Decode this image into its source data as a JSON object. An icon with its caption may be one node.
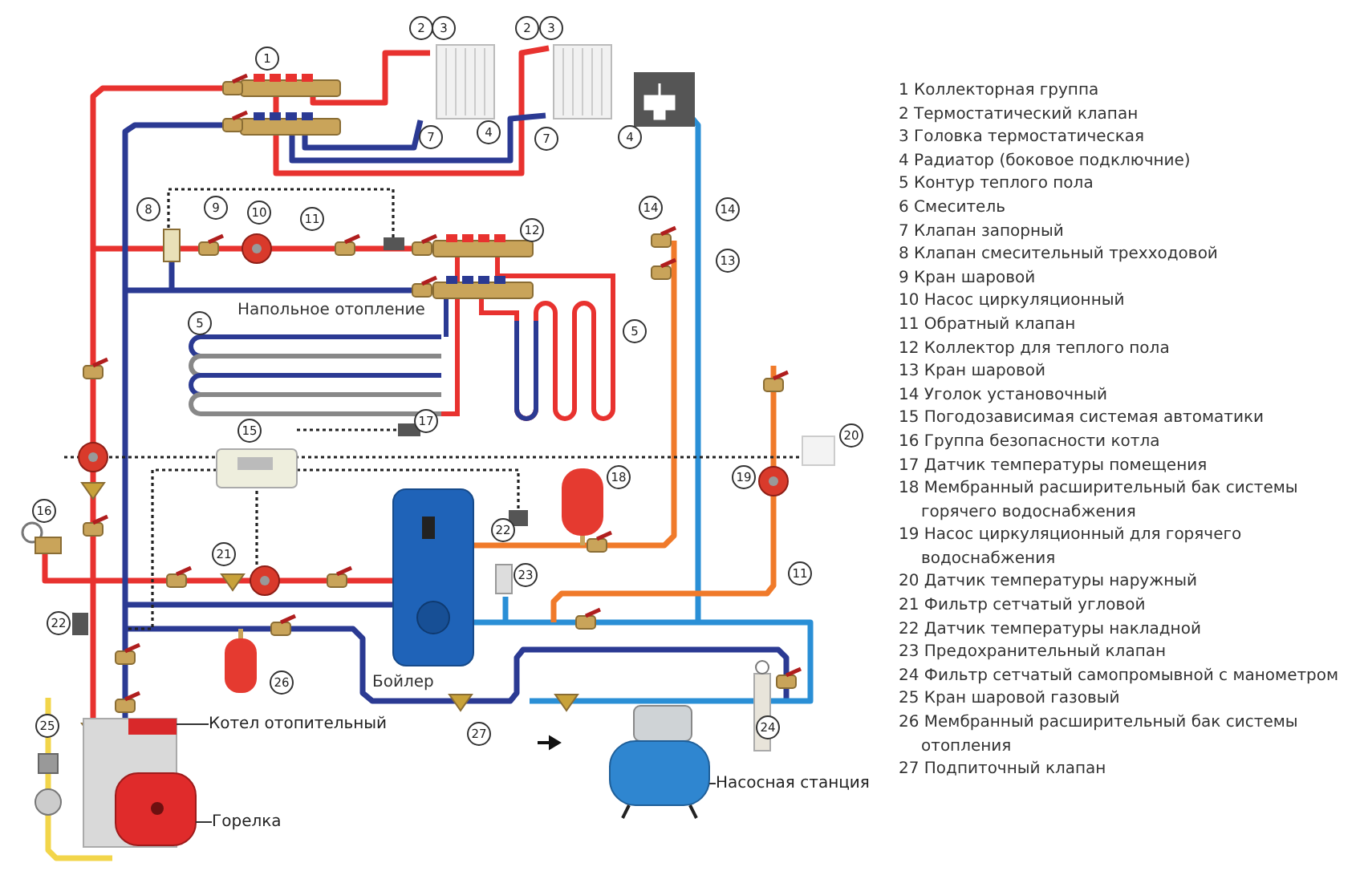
{
  "diagram": {
    "nodes": [
      {
        "text": [
          "Котел отопительный"
        ]
      },
      {
        "text": [],
        "shape": "picture"
      },
      {
        "text": [
          "Горелка"
        ]
      },
      {
        "text": [],
        "shape": "picture"
      },
      {
        "text": [
          "Насосная станция"
        ]
      },
      {
        "text": [],
        "shape": "picture"
      }
    ],
    "edges": [
      {
        "from": 0,
        "to": 1,
        "arrow": "none"
      },
      {
        "from": 2,
        "to": 3,
        "arrow": "none"
      },
      {
        "from": 4,
        "to": 5,
        "arrow": "none"
      }
    ],
    "labels": [
      "2",
      "3",
      "2",
      "3",
      "1",
      "7",
      "4",
      "7",
      "4",
      "8",
      "9",
      "10",
      "14",
      "14",
      "11",
      "12",
      "13",
      "Напольное отопление",
      "5",
      "5",
      "17",
      "15",
      "20",
      "18",
      "19",
      "16",
      "22",
      "21",
      "23",
      "11",
      "22",
      "26",
      "Бойлер",
      "24",
      "27",
      "25",
      "1 Коллекторная группа",
      "2 Термостатический клапан",
      "3 Головка термостатическая",
      "4 Радиатор (боковое подключние)",
      "5 Контур теплого пола",
      "6 Смеситель",
      "7 Клапан запорный",
      "8 Клапан смесительный трехходовой",
      "9 Кран шаровой",
      "10 Насос циркуляционный",
      "11 Обратный клапан",
      "12 Коллектор для теплого пола",
      "13 Кран шаровой",
      "14 Уголок установочный",
      "15 Погодозависимая системая автоматики",
      "16 Группа безопасности котла",
      "17 Датчик температуры помещения",
      "18 Мембранный расширительный бак системы горячего водоснабжения",
      "19 Насос циркуляционный для горячего водоснабжения",
      "20 Датчик температуры наружный",
      "21 Фильтр сетчатый угловой",
      "22 Датчик температуры накладной",
      "23 Предохранительный клапан",
      "24 Фильтр сетчатый самопромывной с манометром",
      "25 Кран шаровой газовый",
      "26 Мембранный расширительный бак системы отопления",
      "27 Подпиточный клапан"
    ]
  }
}
